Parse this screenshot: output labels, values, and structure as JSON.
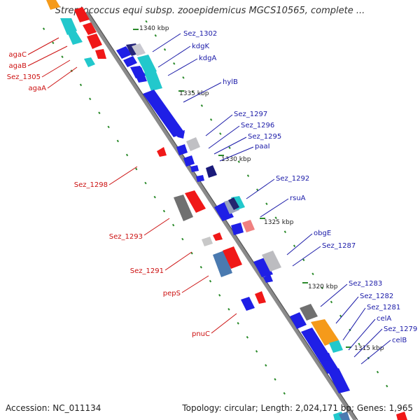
{
  "title": "Streptococcus equi subsp. zooepidemicus MGCS10565, complete ...",
  "footer": {
    "accession": "Accession: NC_011134",
    "summary": "Topology: circular; Length: 2,024,171 bp; Genes: 1,965"
  },
  "kbp_labels": [
    "1340 kbp",
    "1335 kbp",
    "1330 kbp",
    "1325 kbp",
    "1320 kbp",
    "1315 kbp"
  ],
  "genes_right": [
    "Sez_1302",
    "kdgK",
    "kdgA",
    "hylB",
    "Sez_1297",
    "Sez_1296",
    "Sez_1295",
    "paaI",
    "Sez_1292",
    "rsuA",
    "obgE",
    "Sez_1287",
    "Sez_1283",
    "Sez_1282",
    "Sez_1281",
    "celA",
    "Sez_1279",
    "celB"
  ],
  "genes_left": [
    "agaC",
    "agaB",
    "Sez_1305",
    "agaA",
    "Sez_1298",
    "Sez_1293",
    "Sez_1291",
    "pepS",
    "pnuC"
  ],
  "colors": {
    "forward": "#1f1fe6",
    "reverse": "#f01818",
    "cyan": "#22c8cc",
    "orange": "#f59a1a",
    "backbone": "#8a8a8a",
    "right_label": "#1a1aa8",
    "left_label": "#cc1010",
    "tick": "#2a8a2a"
  }
}
